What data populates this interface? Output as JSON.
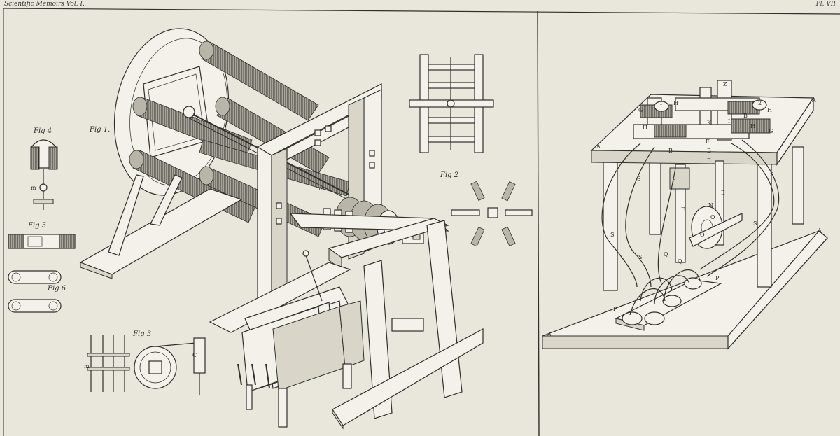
{
  "header": {
    "left": "Scientific Memoirs Vol. I.",
    "right": "Pl. VII"
  },
  "figures": {
    "fig1": "Fig 1.",
    "fig2": "Fig 2",
    "fig3": "Fig 3",
    "fig4": "Fig 4",
    "fig5": "Fig 5",
    "fig6": "Fig 6"
  },
  "letters": {
    "a": "A",
    "b": "B",
    "c": "C",
    "e": "E",
    "f": "F",
    "g": "G",
    "h": "H",
    "i": "I",
    "k": "K",
    "m": "m",
    "n": "N",
    "o": "O",
    "p": "P",
    "q": "Q",
    "s": "S",
    "z": "Z",
    "l1": "1",
    "l2": "2"
  },
  "colors": {
    "paper": "#e9e6dc",
    "ink": "#2f2f2b",
    "coil": "#8d8a80"
  }
}
